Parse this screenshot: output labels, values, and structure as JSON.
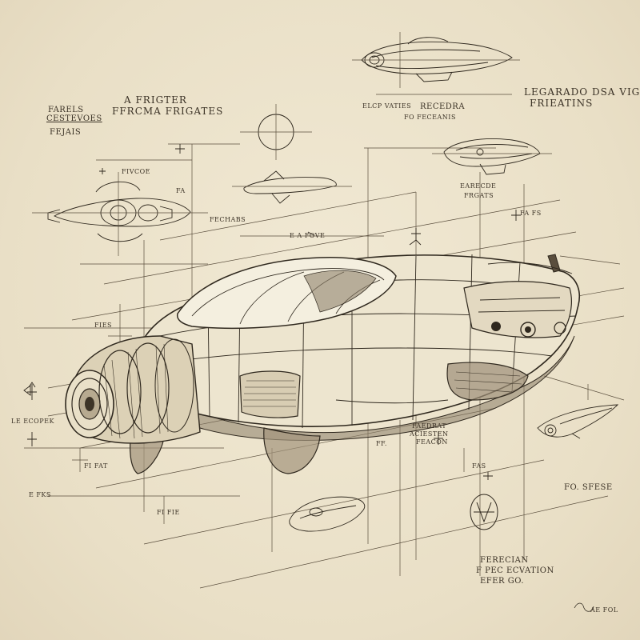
{
  "sheet": {
    "colors": {
      "paper": "#ece3cc",
      "ink": "#2f281e",
      "pencil": "#5a4e3d"
    },
    "annotations": {
      "top_left_label_1": "FARELS",
      "top_left_label_2": "CESTEVOES",
      "top_left_label_3": "FEJAIS",
      "title_left_1": "A FRIGTER",
      "title_left_2": "FFRCMA FRIGATES",
      "title_right_1": "LEGARADO DSA VIGRS",
      "title_right_2": "FRIEATINS",
      "top_center_1": "ELCP VATIES",
      "top_center_2": "RECEDRA",
      "top_center_3": "FO FECEANIS",
      "left_small_1": "FIVCOE",
      "left_small_2": "FA",
      "left_small_3": "FECHABS",
      "center_small": "E A FOVE",
      "right_mid_1": "EARECDE",
      "right_mid_2": "FRGATS",
      "right_mid_3": "FA FS",
      "left_mid_1": "FIES",
      "left_mid_2": "LE ECOPEK",
      "left_lower_1": "FI FAT",
      "left_lower_2": "E FKS",
      "bottom_left": "FI FIE",
      "bottom_center_1": "FAEDRAT",
      "bottom_center_2": "ACIESTEN",
      "bottom_center_3": "FEACON",
      "bottom_center_4": "FF.",
      "right_lower_1": "FAS",
      "right_lower_2": "FO. SFESE",
      "bottom_right_1": "FERECIAN",
      "bottom_right_2": "F PEC ECVATION",
      "bottom_right_3": "EFER GO.",
      "signature": "AE FOL"
    }
  }
}
